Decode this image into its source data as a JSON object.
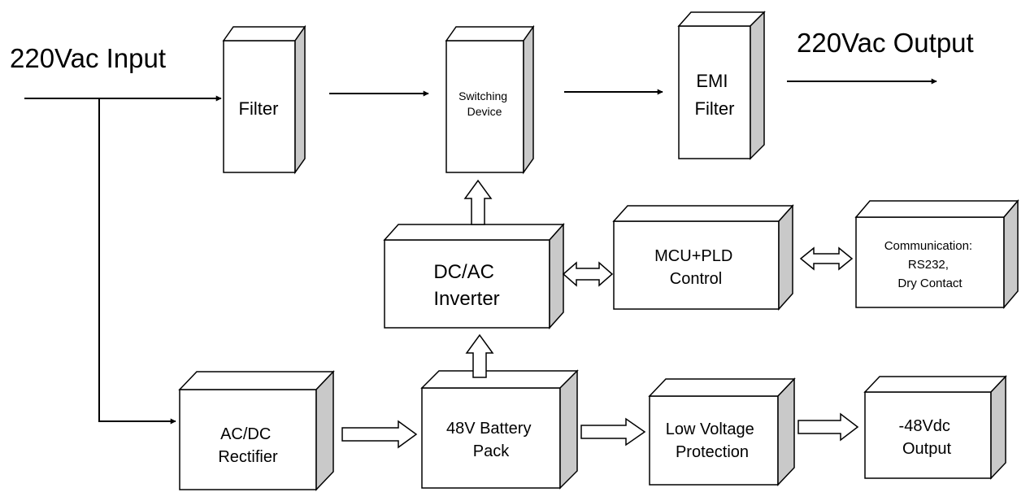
{
  "labels": {
    "input": "220Vac Input",
    "output": "220Vac Output"
  },
  "blocks": {
    "filter": [
      "Filter"
    ],
    "switching": [
      "Switching",
      "Device"
    ],
    "emi": [
      "EMI",
      "Filter"
    ],
    "inverter": [
      "DC/AC",
      "Inverter"
    ],
    "mcu": [
      "MCU+PLD",
      "Control"
    ],
    "comm": [
      "Communication:",
      "RS232,",
      "Dry Contact"
    ],
    "rectifier": [
      "AC/DC",
      "Rectifier"
    ],
    "battery": [
      "48V Battery",
      "Pack"
    ],
    "lvp": [
      "Low Voltage",
      "Protection"
    ],
    "dc_output": [
      "-48Vdc",
      "Output"
    ]
  },
  "colors": {
    "box_front": "#ffffff",
    "box_top": "#ffffff",
    "box_side": "#c9c9c9",
    "stroke": "#000000"
  }
}
